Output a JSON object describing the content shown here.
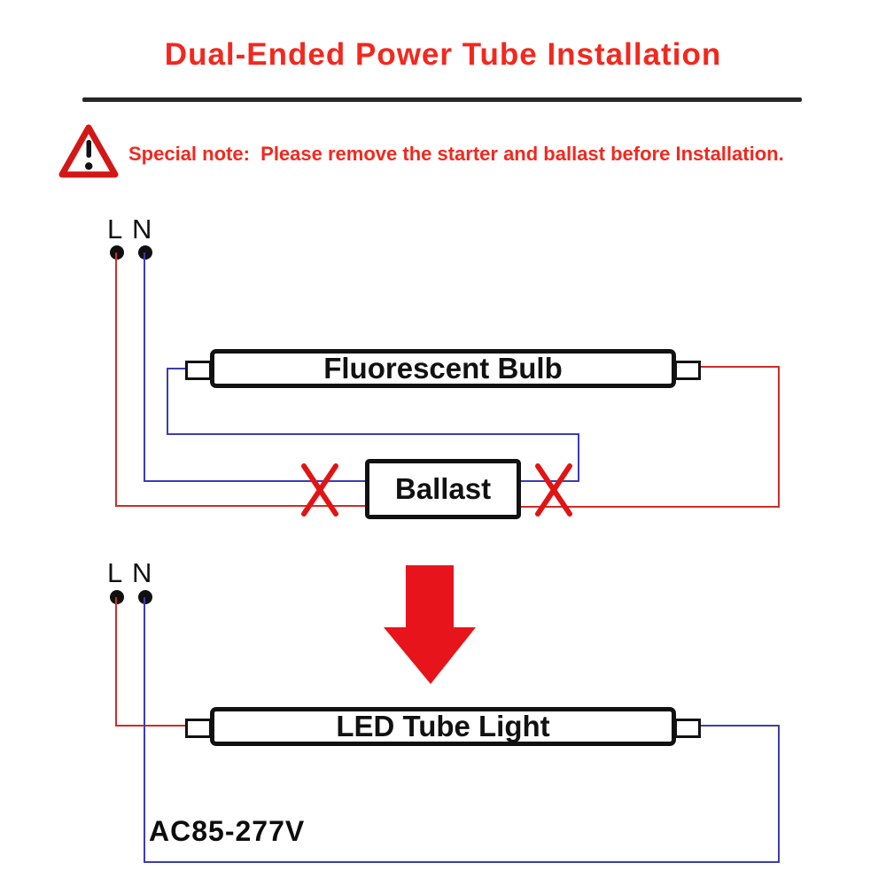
{
  "page": {
    "title": "Dual-Ended Power Tube Installation",
    "warning_note": "Special note:  Please remove the starter and ballast before Installation."
  },
  "before_circuit": {
    "terminal_live": "L",
    "terminal_neutral": "N",
    "tube_label": "Fluorescent Bulb",
    "ballast_label": "Ballast"
  },
  "after_circuit": {
    "terminal_live": "L",
    "terminal_neutral": "N",
    "tube_label": "LED Tube Light",
    "voltage_label": "AC85-277V"
  },
  "icons": {
    "warning": "warning-triangle-icon",
    "arrow": "down-arrow-icon",
    "cross": "red-x-icon"
  },
  "colors": {
    "heading_red": "#f2281e",
    "wire_live_red": "#cf2d26",
    "wire_neutral_blue": "#3c3cb4",
    "cross_red": "#e11414",
    "arrow_red": "#e8141b",
    "outline_black": "#111111"
  }
}
